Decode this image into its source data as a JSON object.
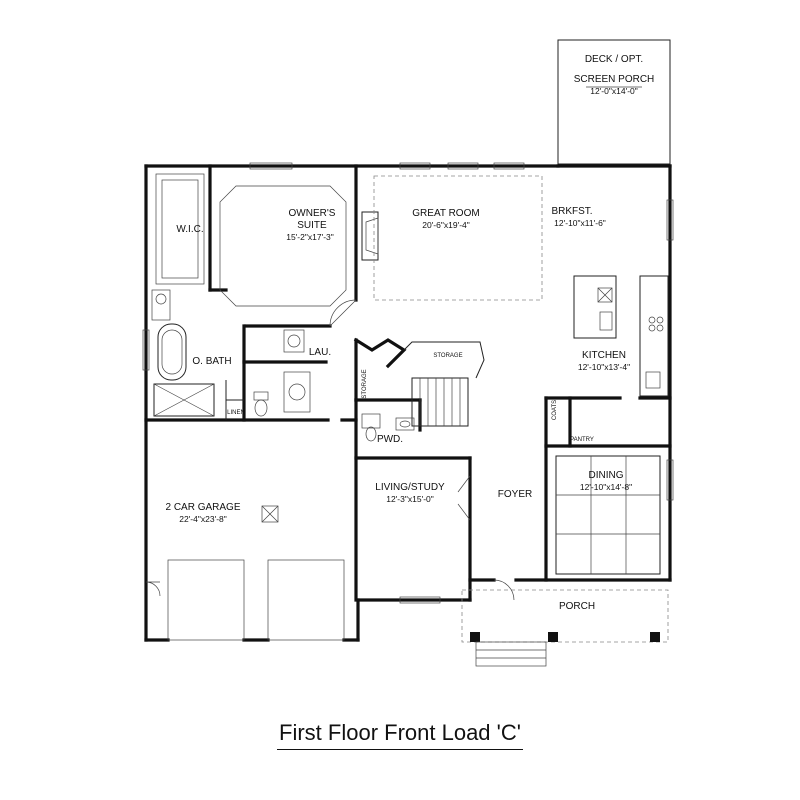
{
  "plan": {
    "rooms": {
      "deck": {
        "line1": "DECK / OPT.",
        "line2": "SCREEN PORCH",
        "dims": "12'-0\"x14'-0\""
      },
      "wic": {
        "name": "W.I.C."
      },
      "owners_suite": {
        "line1": "OWNER'S",
        "line2": "SUITE",
        "dims": "15'-2\"x17'-3\""
      },
      "great_room": {
        "name": "GREAT ROOM",
        "dims": "20'-6\"x19'-4\""
      },
      "brkfst": {
        "name": "BRKFST.",
        "dims": "12'-10\"x11'-6\""
      },
      "kitchen": {
        "name": "KITCHEN",
        "dims": "12'-10\"x13'-4\""
      },
      "o_bath": {
        "name": "O. BATH"
      },
      "lau": {
        "name": "LAU."
      },
      "linen": {
        "name": "LINEN"
      },
      "storage_vertical": {
        "name": "STORAGE"
      },
      "storage_stair": {
        "name": "STORAGE"
      },
      "pwd": {
        "name": "PWD."
      },
      "coats": {
        "name": "COATS"
      },
      "pantry": {
        "name": "PANTRY"
      },
      "dining": {
        "name": "DINING",
        "dims": "12'-10\"x14'-8\""
      },
      "garage": {
        "name": "2 CAR GARAGE",
        "dims": "22'-4\"x23'-8\""
      },
      "living_study": {
        "name": "LIVING/STUDY",
        "dims": "12'-3\"x15'-0\""
      },
      "foyer": {
        "name": "FOYER"
      },
      "porch": {
        "name": "PORCH"
      }
    }
  },
  "caption": "First Floor Front Load 'C'"
}
